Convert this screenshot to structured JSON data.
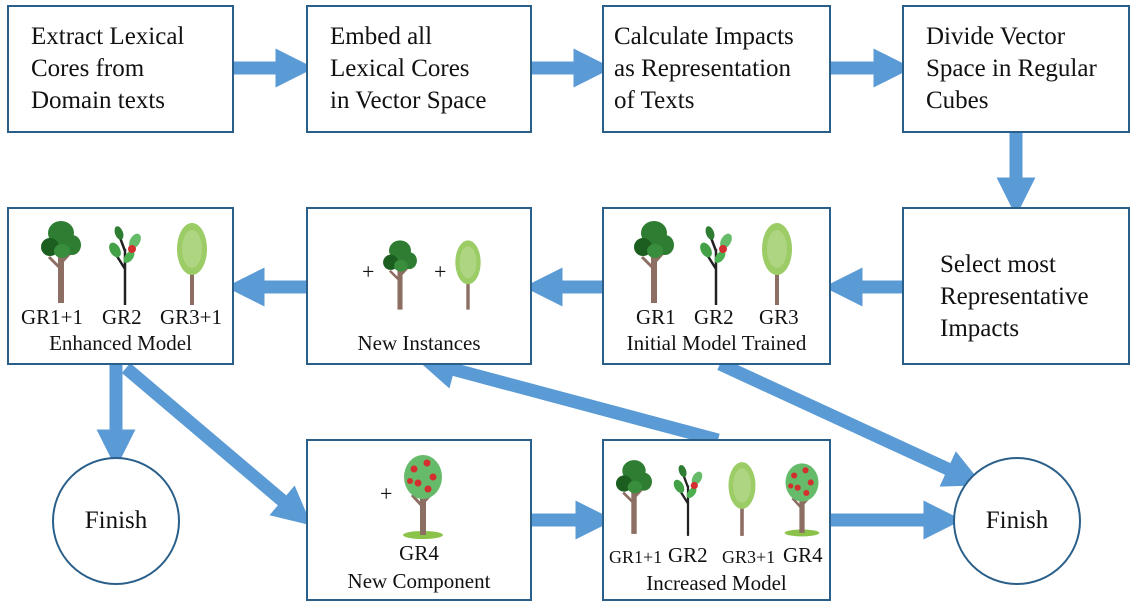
{
  "steps": {
    "extract": "Extract Lexical\nCores from\nDomain texts",
    "embed": "Embed all\nLexical Cores\nin Vector Space",
    "calculate": "Calculate Impacts\nas Representation\nof Texts",
    "divide": "Divide Vector\nSpace in Regular\nCubes",
    "select": "Select most\nRepresentative\nImpacts"
  },
  "initial_model": {
    "labels": [
      "GR1",
      "GR2",
      "GR3"
    ],
    "caption": "Initial Model Trained"
  },
  "new_instances": {
    "plus_signs": [
      "+",
      "+"
    ],
    "caption": "New Instances"
  },
  "enhanced_model": {
    "labels": [
      "GR1+1",
      "GR2",
      "GR3+1"
    ],
    "caption": "Enhanced Model"
  },
  "new_component": {
    "plus_sign": "+",
    "label": "GR4",
    "caption": "New Component"
  },
  "increased_model": {
    "labels": [
      "GR1+1",
      "GR2",
      "GR3+1",
      "GR4"
    ],
    "caption": "Increased Model"
  },
  "finish_left": "Finish",
  "finish_right": "Finish",
  "colors": {
    "box_border": "#2a5f8a",
    "arrow_fill": "#5b9bd5",
    "leaf_dark": "#2e7d32",
    "leaf_light": "#9ccc65",
    "trunk": "#8d6e63",
    "fruit": "#d32f2f"
  }
}
